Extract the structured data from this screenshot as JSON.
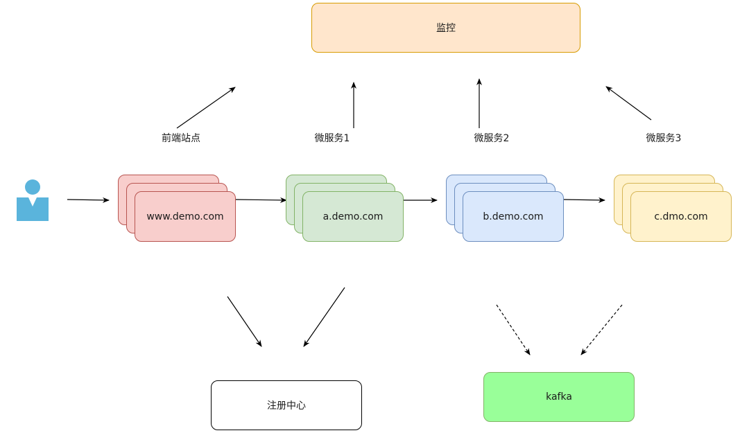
{
  "monitor": {
    "label": "监控"
  },
  "services": {
    "frontend": {
      "caption": "前端站点",
      "host": "www.demo.com"
    },
    "svc1": {
      "caption": "微服务1",
      "host": "a.demo.com"
    },
    "svc2": {
      "caption": "微服务2",
      "host": "b.demo.com"
    },
    "svc3": {
      "caption": "微服务3",
      "host": "c.dmo.com"
    }
  },
  "registry": {
    "label": "注册中心"
  },
  "kafka": {
    "label": "kafka"
  },
  "colors": {
    "monitor_fill": "#ffe6cc",
    "frontend_fill": "#f8cecc",
    "svc1_fill": "#d5e8d4",
    "svc2_fill": "#dae8fc",
    "svc3_fill": "#fff2cc",
    "kafka_fill": "#99ff99",
    "user_icon": "#5ab4dc"
  },
  "icons": {
    "user": "user-icon"
  }
}
